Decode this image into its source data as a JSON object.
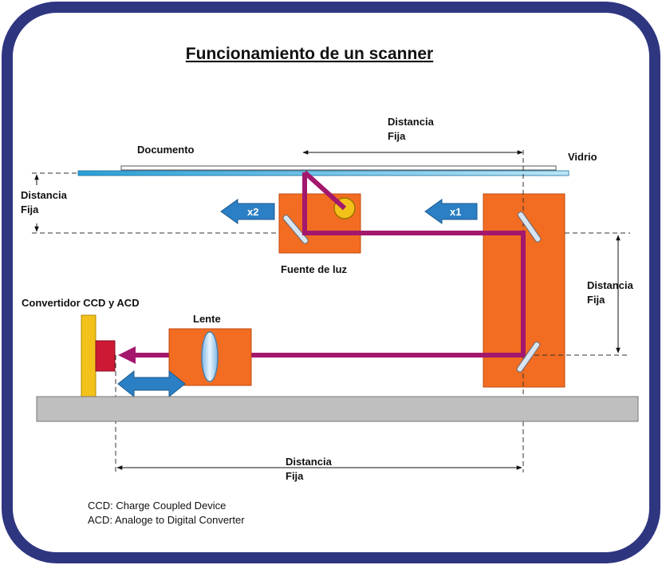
{
  "title": "Funcionamiento de un scanner",
  "labels": {
    "documento": "Documento",
    "vidrio": "Vidrio",
    "distancia": "Distancia",
    "fija": "Fija",
    "fuente_de_luz": "Fuente de luz",
    "convertidor": "Convertidor CCD y ACD",
    "lente": "Lente",
    "x1": "x1",
    "x2": "x2"
  },
  "legend": {
    "ccd": "CCD: Charge Coupled Device",
    "acd": "ACD: Analoge to Digital Converter"
  },
  "colors": {
    "frame": "#2f3680",
    "component": "#f26d21",
    "beam": "#a3186d",
    "arrow_blue": "#2b7fc4",
    "base": "#bfbfbf",
    "converter_yellow": "#f2c21b",
    "ccd_red": "#cc1a35",
    "glass": "#6fc6ee"
  }
}
